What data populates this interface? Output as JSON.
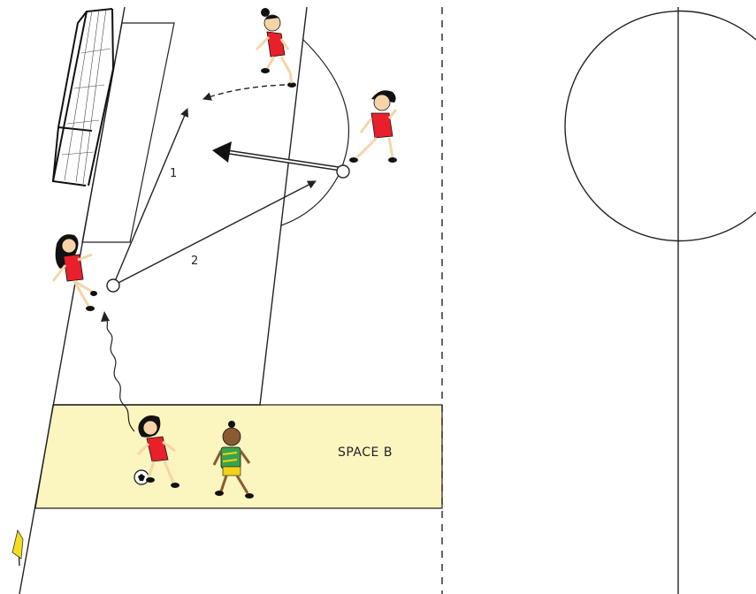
{
  "labels": {
    "pass_1": "1",
    "pass_2": "2",
    "zone": "SPACE B"
  },
  "colors": {
    "zone_fill": "#fbf5bf",
    "team_red": "#e8202a",
    "team_green": "#3aa34a",
    "team_yellow": "#f2d21a",
    "skin_light": "#f7d4a8",
    "skin_dark": "#8a5a33",
    "hair": "#111111",
    "line": "#222222",
    "flag": "#f0e020"
  }
}
